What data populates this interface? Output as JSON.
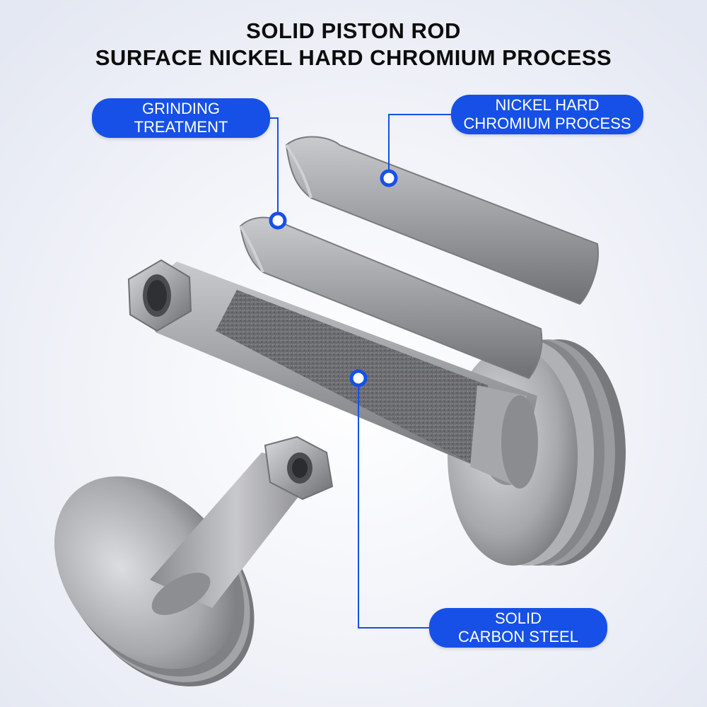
{
  "heading": {
    "line1": "SOLID PISTON ROD",
    "line2": "SURFACE NICKEL HARD CHROMIUM PROCESS"
  },
  "callouts": {
    "grinding": {
      "line1": "GRINDING",
      "line2": "TREATMENT"
    },
    "nickel": {
      "line1": "NICKEL HARD",
      "line2": "CHROMIUM PROCESS"
    },
    "solid": {
      "line1": "SOLID",
      "line2": "CARBON STEEL"
    }
  },
  "colors": {
    "accent": "#1650e6",
    "background": "#eef0f6",
    "steel": "#9c9da0"
  }
}
